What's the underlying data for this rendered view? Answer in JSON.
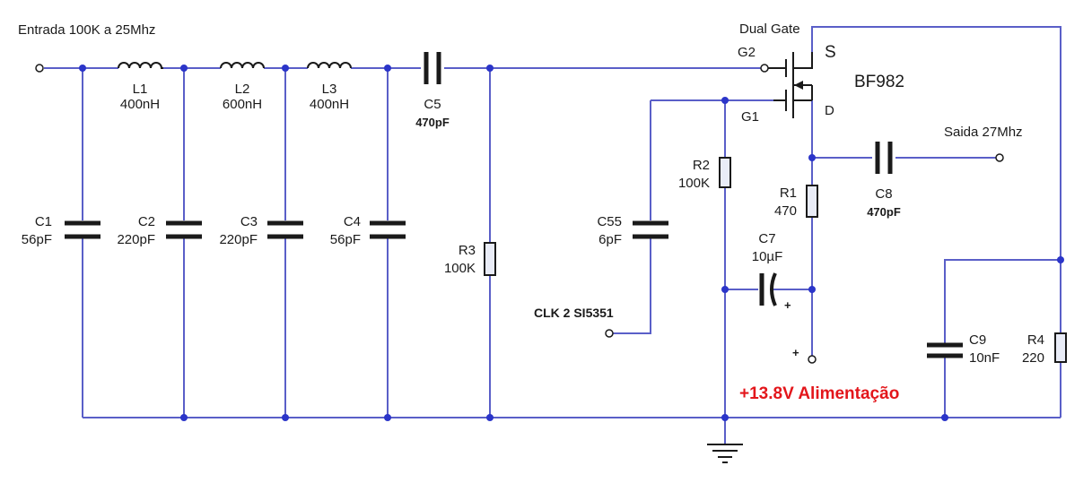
{
  "input_label": "Entrada 100K a 25Mhz",
  "output_label": "Saida 27Mhz",
  "clock_label": "CLK 2 SI5351",
  "power_label": "+13.8V Alimentação",
  "transistor": {
    "gate_type": "Dual Gate",
    "model": "BF982",
    "g2": "G2",
    "g1": "G1",
    "source": "S",
    "drain": "D"
  },
  "plus_sign": "+",
  "components": {
    "L1": {
      "name": "L1",
      "value": "400nH"
    },
    "L2": {
      "name": "L2",
      "value": "600nH"
    },
    "L3": {
      "name": "L3",
      "value": "400nH"
    },
    "C1": {
      "name": "C1",
      "value": "56pF"
    },
    "C2": {
      "name": "C2",
      "value": "220pF"
    },
    "C3": {
      "name": "C3",
      "value": "220pF"
    },
    "C4": {
      "name": "C4",
      "value": "56pF"
    },
    "C5": {
      "name": "C5",
      "value": "470pF"
    },
    "C55": {
      "name": "C55",
      "value": "6pF"
    },
    "C7": {
      "name": "C7",
      "value": "10µF"
    },
    "C8": {
      "name": "C8",
      "value": "470pF"
    },
    "C9": {
      "name": "C9",
      "value": "10nF"
    },
    "R1": {
      "name": "R1",
      "value": "470"
    },
    "R2": {
      "name": "R2",
      "value": "100K"
    },
    "R3": {
      "name": "R3",
      "value": "100K"
    },
    "R4": {
      "name": "R4",
      "value": "220"
    }
  },
  "colors": {
    "wire": "#5a5fc8",
    "node": "#2b35c9",
    "power_text": "#e3161b"
  }
}
